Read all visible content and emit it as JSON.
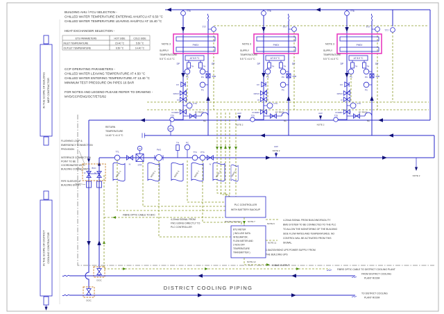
{
  "title": "DISTRICT COOLING PIPING",
  "colors": {
    "pipe": "#2626c9",
    "signal_green": "#8a9a28",
    "highlight_pink": "#e83cc0",
    "interface_orange": "#c8822d",
    "scope_gray": "#9b9b9b",
    "arrow_navy": "#101078"
  },
  "top_notes": {
    "ahu": [
      "BUILDING AHU / FCU SELECTION -",
      "CHILLED WATER TEMPERATURE ENTERING AHU/FCU AT 6.50 °C",
      "CHILLED WATER TEMPERATURE LEAVING AHU/FCU AT 15.40 °C"
    ],
    "hx_heading": "HEAT EXCHANGER SELECTION -",
    "table": {
      "headers": [
        "ETS PARAMETERS",
        "HOT SIDE",
        "COLD SIDE"
      ],
      "rows": [
        [
          "INLET TEMPERATURE",
          "15.40 °C",
          "5.50 °C"
        ],
        [
          "OUTLET TEMPERATURE",
          "6.50 °C",
          "14.40 °C"
        ]
      ]
    },
    "ccp": [
      "CCP OPERATING PARAMETERS -",
      "CHILLED WATER LEAVING TEMPERATURE AT 4.50 °C",
      "CHILLED WATER ENTERING TEMPERATURE AT 13.40 °C",
      "MINIMUM TEST PRESSURE ON PIPES 16 BAR"
    ],
    "refer": [
      "FOR NOTES AND LEGEND PLEASE REFER TO DRAWING -",
      "MYD/CCP/ENG/OCT/ETS/02"
    ]
  },
  "scope": {
    "building": [
      "IN THE SCOPE OF BUILDING",
      "MEP CONTRACTOR"
    ],
    "district": [
      "IN THE SCOPE OF DISTRICT",
      "COOLING CONTRACTOR"
    ]
  },
  "branch": {
    "note3": "NOTE 3",
    "phex": "PHEX",
    "dt": "ΔT 8.9 °C",
    "supply": [
      "SUPPLY",
      "TEMPERATURE",
      "5.5 °C ±1.0 °C"
    ],
    "tt6": "TT6",
    "tt7": "TT7",
    "th": "TH",
    "dp": "DP",
    "pc": "PC",
    "s2b": "S2B",
    "cv": "CV",
    "dpcv": "DPCV",
    "iv": "IV",
    "ft3": "FT3",
    "fodrv": "FODRV",
    "tt5": "TT5",
    "bypass": "BY PASS",
    "nc": "NC"
  },
  "mid": {
    "return_t": [
      "RETURN",
      "TEMPERATURE",
      "14.40 °C ±1.0 °C"
    ],
    "flushing": [
      "FLUSHING LOOP &",
      "EMERGENCY CONNECTION",
      "PROVISION"
    ],
    "interface": [
      "INTERFACE CONNECTION",
      "POINT TO BE",
      "COORDINATED WITH",
      "BUILDING CONSULTANTS"
    ],
    "sleeves": [
      "PIPE SLEEVES AT",
      "BUILDING ENTRY"
    ],
    "bvc": "BVC",
    "iv": "IV",
    "dcic": "DCIC",
    "dpt": "DPT",
    "aav": "AAV",
    "note2": "NOTE 2",
    "tt1": "TT1",
    "str": "STR",
    "m": "M",
    "fw1": "FW1",
    "th": "TH",
    "pc": "PC",
    "tt4": "TT4",
    "pt1": "PT1",
    "note1": "NOTE 1",
    "note5": "NOTE 5",
    "note6": "NOTE 6",
    "note7": "NOTE 7"
  },
  "ctrl": {
    "plc": [
      "PLC CONTROLLER",
      "WITH BATTERY BACKUP"
    ],
    "btu": [
      "BTU METER",
      "( INCLUDE DATA",
      "INTEGRATOR,",
      "FLOW METER AND",
      "2 NOS OFF",
      "TEMPERATURE",
      "TRANSMITTER )"
    ],
    "pulse": "PULSE [ SIGNAL ]",
    "fw1_sig": [
      "4-20mA SIGNAL FROM",
      "FW1 GOING DIRECTLY TO",
      "PLC CONTROLLER"
    ],
    "bms_sig": [
      "4-20mA SIGNAL FROM BUILDING/FACILITY",
      "BMS SYSTEM TO BE CONNECTED TO THE PLC",
      "TO ALLOW THE MONITORING OF THE BUILDING",
      "SIDE FLOW RATES AND TEMPERATURES. NO",
      "CONTROL WILL BE ACTIVATED FROM THIS",
      "SIGNAL."
    ],
    "ups": [
      "1.5A/230V/50HZ UPS POWER SUPPLY FROM",
      "THE BUILDING UPS"
    ],
    "mbus": "M BUS OUTPUT",
    "note6": "NOTE 6",
    "note7": "NOTE 7",
    "note11": "NOTE 11",
    "note12": "NOTE 12",
    "fibre_plant": "FIBRE OPTIC CABLE TO DISTRICT COOLING PLANT",
    "fibre_bvc": "FIBRE OPTIC CABLE TO BVC"
  },
  "bottom": {
    "from_plant": [
      "FROM DISTRICT COOLING",
      "PLANT ROOM"
    ],
    "to_plant": [
      "TO DISTRICT COOLING",
      "PLANT ROOM"
    ]
  }
}
